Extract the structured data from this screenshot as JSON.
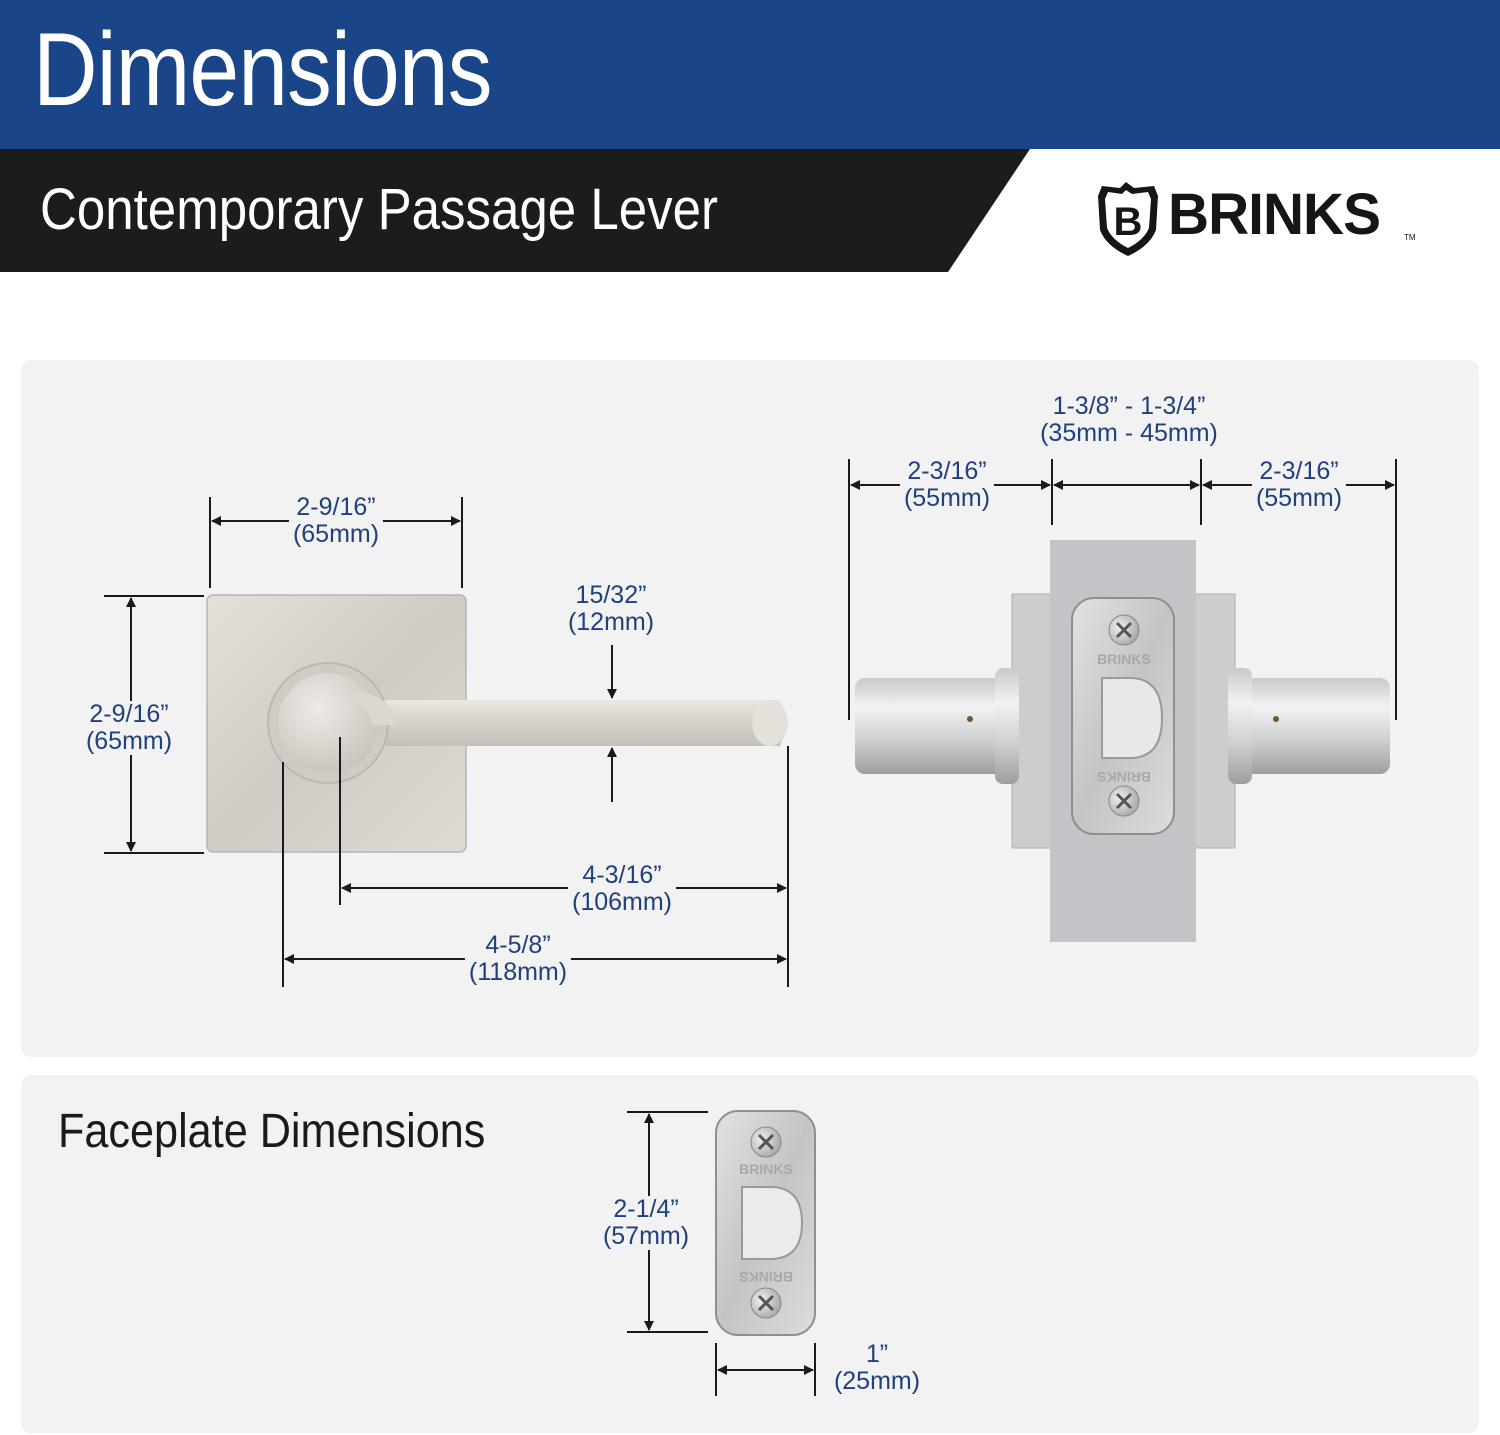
{
  "header": {
    "title": "Dimensions",
    "subtitle": "Contemporary Passage Lever",
    "brand": {
      "letter": "B",
      "name": "BRINKS",
      "trademark": "TM"
    }
  },
  "colors": {
    "header_blue": "#1a4589",
    "sub_band_black": "#1c1c1c",
    "dimension_text": "#20407e",
    "panel_gray": "#f2f2f2"
  },
  "lever_front": {
    "rose_width": {
      "in": "2-9/16”",
      "mm": "(65mm)"
    },
    "rose_height": {
      "in": "2-9/16”",
      "mm": "(65mm)"
    },
    "lever_thickness": {
      "in": "15/32”",
      "mm": "(12mm)"
    },
    "spindle_to_tip": {
      "in": "4-3/16”",
      "mm": "(106mm)"
    },
    "overall_length": {
      "in": "4-5/8”",
      "mm": "(118mm)"
    }
  },
  "side_view": {
    "door_thickness": {
      "in": "1-3/8” - 1-3/4”",
      "mm": "(35mm - 45mm)"
    },
    "left_projection": {
      "in": "2-3/16”",
      "mm": "(55mm)"
    },
    "right_projection": {
      "in": "2-3/16”",
      "mm": "(55mm)"
    },
    "faceplate_brand": "BRINKS"
  },
  "faceplate": {
    "title": "Faceplate Dimensions",
    "height": {
      "in": "2-1/4”",
      "mm": "(57mm)"
    },
    "width": {
      "in": "1”",
      "mm": "(25mm)"
    },
    "brand": "BRINKS"
  }
}
